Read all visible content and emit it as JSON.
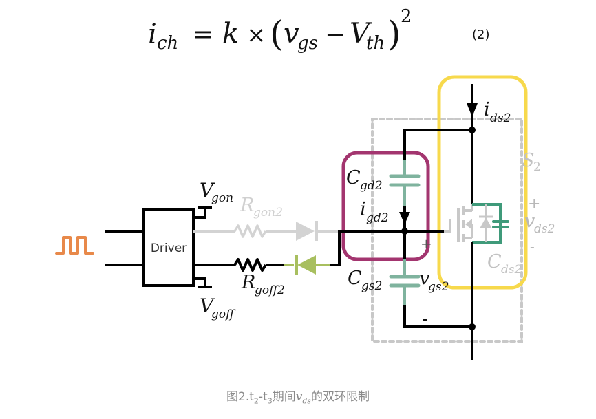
{
  "equation": {
    "lhs_main": "i",
    "lhs_sub": "ch",
    "equals": "=",
    "k": "k",
    "times": "×",
    "paren_open": "(",
    "v_main": "v",
    "v_sub": "gs",
    "minus": "−",
    "V_main": "V",
    "V_sub": "th",
    "paren_close": ")",
    "exponent": "2",
    "number": "(2)"
  },
  "circuit": {
    "driver_label": "Driver",
    "pulse_icon": "square-wave-icon",
    "labels": {
      "vgon_main": "V",
      "vgon_sub": "gon",
      "vgoff_main": "V",
      "vgoff_sub": "goff",
      "rgon_main": "R",
      "rgon_sub": "gon2",
      "rgoff_main": "R",
      "rgoff_sub": "goff2",
      "cgd_main": "C",
      "cgd_sub": "gd2",
      "igd_main": "i",
      "igd_sub": "gd2",
      "cgs_main": "C",
      "cgs_sub": "gs2",
      "vgs_main": "v",
      "vgs_sub": "gs2",
      "ids_main": "i",
      "ids_sub": "ds2",
      "s2_main": "S",
      "s2_sub": "2",
      "vds_main": "v",
      "vds_sub": "ds2",
      "cds_main": "C",
      "cds_sub": "ds2",
      "plus_vgs": "+",
      "minus_vgs": "-",
      "plus_vds": "+",
      "minus_vds": "-"
    },
    "colors": {
      "wire": "#000000",
      "inactive": "#d3d3d3",
      "pulse": "#e8894a",
      "gate_loop": "#a3356f",
      "drain_loop": "#f7d94c",
      "capacitor": "#7fb39e",
      "diode_active": "#a8bf5f",
      "body_diode_cap": "#3f9a7a",
      "switch_box": "#c8c8c8"
    }
  },
  "caption": {
    "prefix": "图2.t",
    "sub1": "2",
    "dash": "-t",
    "sub2": "3",
    "mid": "期间",
    "v_main": "v",
    "v_sub": "ds",
    "suffix": "的双环限制"
  }
}
